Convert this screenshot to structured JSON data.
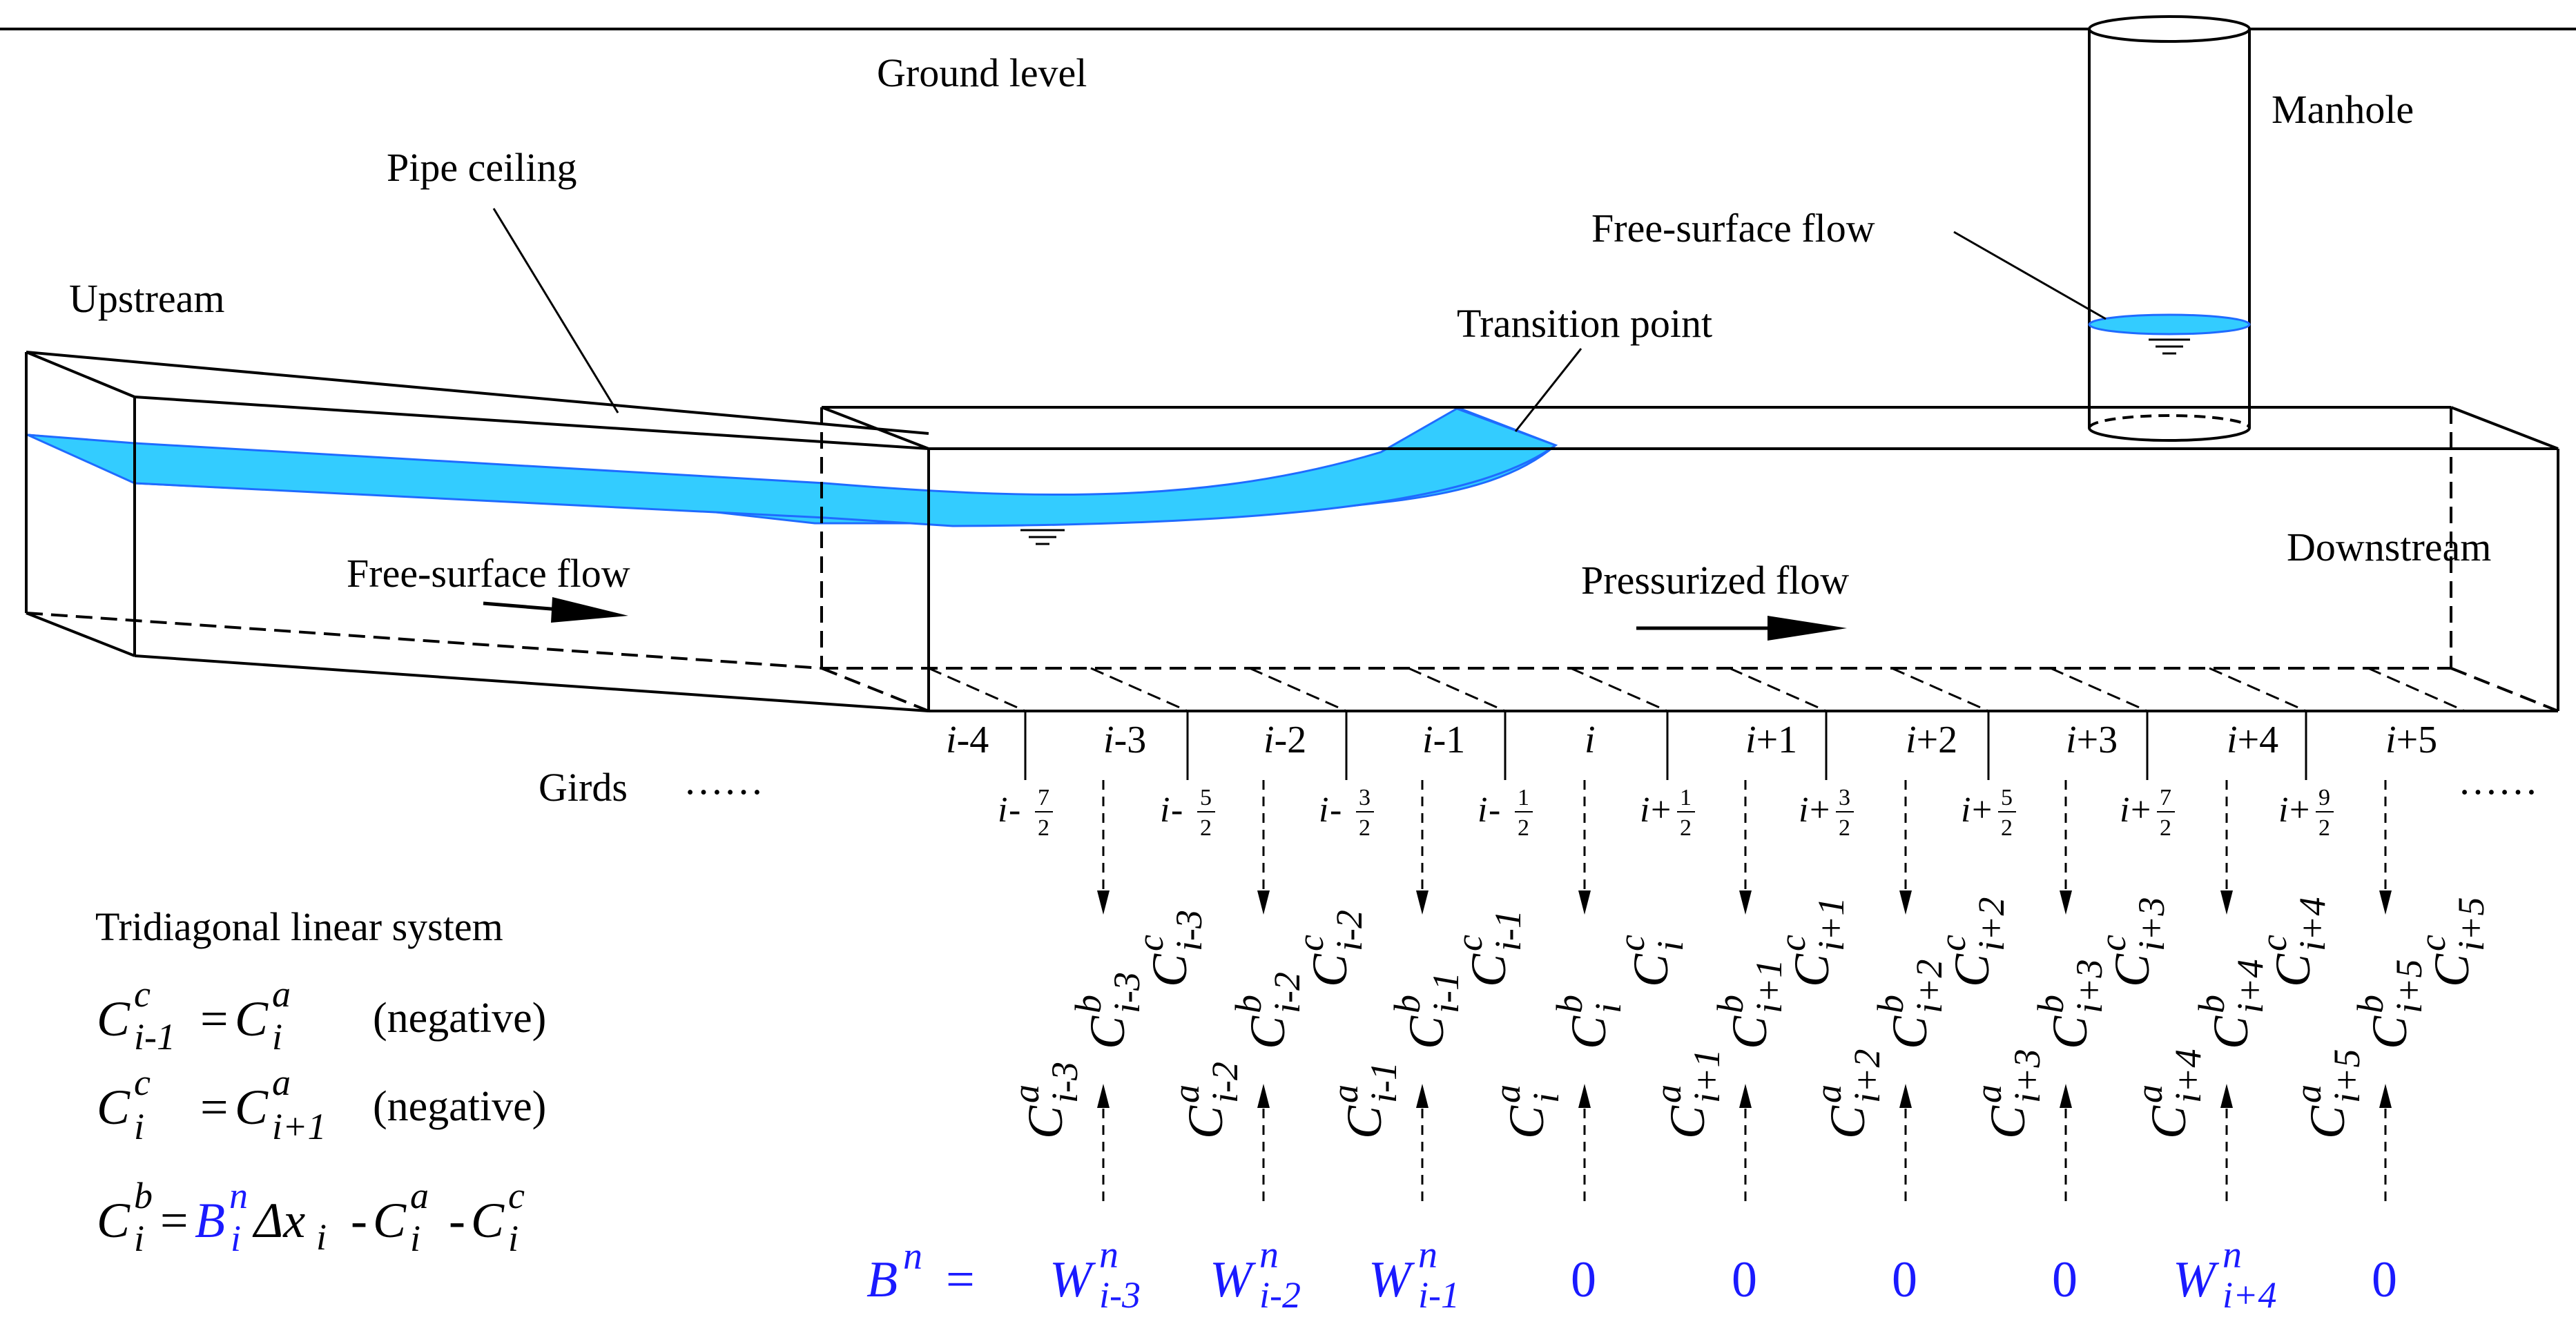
{
  "labels": {
    "ground_level": "Ground level",
    "manhole": "Manhole",
    "pipe_ceiling": "Pipe ceiling",
    "upstream": "Upstream",
    "free_surface_flow_manhole": "Free-surface flow",
    "transition_point": "Transition point",
    "downstream": "Downstream",
    "free_surface_flow_pipe": "Free-surface flow",
    "pressurized_flow": "Pressurized flow",
    "girds": "Girds",
    "dots_left": "……",
    "dots_right": "……"
  },
  "grid_nodes": [
    "i-4",
    "i-3",
    "i-2",
    "i-1",
    "i",
    "i+1",
    "i+2",
    "i+3",
    "i+4",
    "i+5"
  ],
  "half_nodes": [
    {
      "prefix": "i-",
      "num": "7",
      "den": "2"
    },
    {
      "prefix": "i-",
      "num": "5",
      "den": "2"
    },
    {
      "prefix": "i-",
      "num": "3",
      "den": "2"
    },
    {
      "prefix": "i-",
      "num": "1",
      "den": "2"
    },
    {
      "prefix": "i+",
      "num": "1",
      "den": "2"
    },
    {
      "prefix": "i+",
      "num": "3",
      "den": "2"
    },
    {
      "prefix": "i+",
      "num": "5",
      "den": "2"
    },
    {
      "prefix": "i+",
      "num": "7",
      "den": "2"
    },
    {
      "prefix": "i+",
      "num": "9",
      "den": "2"
    }
  ],
  "coefficients": {
    "symbol": "C",
    "c_sup": "c",
    "b_sup": "b",
    "a_sup": "a",
    "c_subs": [
      "i-3",
      "i-2",
      "i-1",
      "i",
      "i+1",
      "i+2",
      "i+3",
      "i+4",
      "i+5"
    ],
    "b_subs": [
      "i-3",
      "i-2",
      "i-1",
      "i",
      "i+1",
      "i+2",
      "i+3",
      "i+4",
      "i+5"
    ],
    "a_subs": [
      "i-3",
      "i-2",
      "i-1",
      "i",
      "i+1",
      "i+2",
      "i+3",
      "i+4",
      "i+5"
    ]
  },
  "tridiagonal": {
    "title": "Tridiagonal linear system",
    "eq1": {
      "lhs_sub": "i-1",
      "rhs_sub": "i",
      "note": "(negative)"
    },
    "eq2": {
      "lhs_sub": "i",
      "rhs_sub": "i+1",
      "note": "(negative)"
    },
    "eq3": {
      "lhs_sub": "i",
      "b_sym": "B",
      "b_sup": "n",
      "b_sub": "i",
      "dx": "Δx",
      "dx_sub": "i",
      "minus_a_sub": "i",
      "minus_c_sub": "i"
    }
  },
  "b_vector": {
    "lhs": "B",
    "lhs_sup": "n",
    "eq": "=",
    "entries": [
      {
        "sym": "W",
        "sup": "n",
        "sub": "i-3"
      },
      {
        "sym": "W",
        "sup": "n",
        "sub": "i-2"
      },
      {
        "sym": "W",
        "sup": "n",
        "sub": "i-1"
      },
      {
        "sym": "0"
      },
      {
        "sym": "0"
      },
      {
        "sym": "0"
      },
      {
        "sym": "0"
      },
      {
        "sym": "W",
        "sup": "n",
        "sub": "i+4"
      },
      {
        "sym": "0"
      }
    ]
  },
  "colors": {
    "water": "#33ccff",
    "water_edge": "#1f6bff",
    "math_blue": "#1a1aff",
    "line": "#000000"
  }
}
